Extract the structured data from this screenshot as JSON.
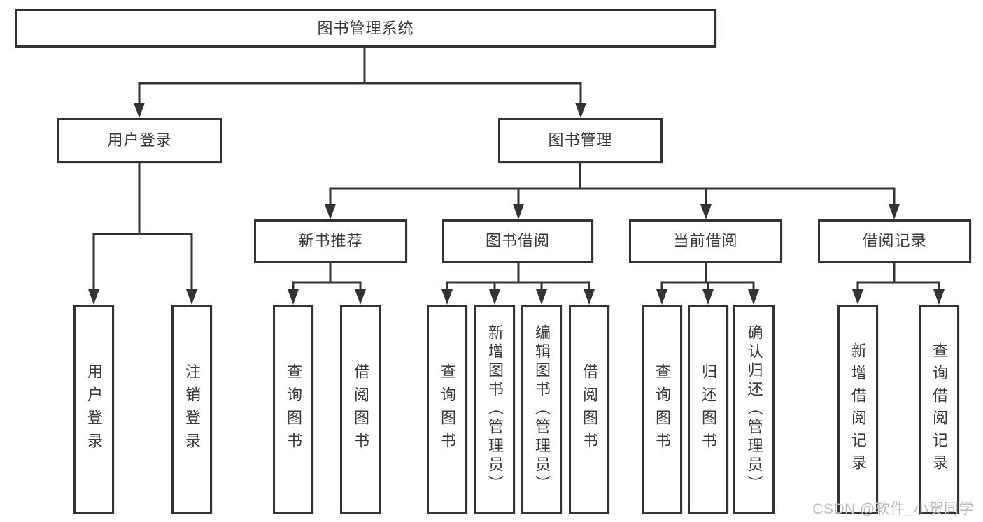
{
  "colors": {
    "line": "#333333",
    "text": "#3a3a3a",
    "background": "#ffffff",
    "watermark": "#bdbdbd"
  },
  "nodes": {
    "root": {
      "id": "library-management-system",
      "label": "图书管理系统"
    },
    "level2": [
      {
        "id": "user-login",
        "label": "用户登录"
      },
      {
        "id": "book-management",
        "label": "图书管理"
      }
    ],
    "level3": [
      {
        "id": "new-book-recommendation",
        "label": "新书推荐",
        "parent": "图书管理"
      },
      {
        "id": "book-borrowing",
        "label": "图书借阅",
        "parent": "图书管理"
      },
      {
        "id": "current-borrowing",
        "label": "当前借阅",
        "parent": "图书管理"
      },
      {
        "id": "borrowing-records",
        "label": "借阅记录",
        "parent": "图书管理"
      }
    ],
    "leaves": [
      {
        "id": "user-login-leaf",
        "label": "用户登录",
        "parent": "用户登录"
      },
      {
        "id": "logout",
        "label": "注销登录",
        "parent": "用户登录"
      },
      {
        "id": "query-books-1",
        "label": "查询图书",
        "parent": "新书推荐"
      },
      {
        "id": "borrow-books-1",
        "label": "借阅图书",
        "parent": "新书推荐"
      },
      {
        "id": "query-books-2",
        "label": "查询图书",
        "parent": "图书借阅"
      },
      {
        "id": "add-books-admin",
        "label": "新增图书（管理员）",
        "parent": "图书借阅"
      },
      {
        "id": "edit-books-admin",
        "label": "编辑图书（管理员）",
        "parent": "图书借阅"
      },
      {
        "id": "borrow-books-2",
        "label": "借阅图书",
        "parent": "图书借阅"
      },
      {
        "id": "query-books-3",
        "label": "查询图书",
        "parent": "当前借阅"
      },
      {
        "id": "return-books",
        "label": "归还图书",
        "parent": "当前借阅"
      },
      {
        "id": "confirm-return-admin",
        "label": "确认归还（管理员）",
        "parent": "当前借阅"
      },
      {
        "id": "add-borrow-record",
        "label": "新增借阅记录",
        "parent": "借阅记录"
      },
      {
        "id": "query-borrow-record",
        "label": "查询借阅记录",
        "parent": "借阅记录"
      }
    ]
  },
  "watermark": {
    "text": "CSDN @软件_小贺同学"
  }
}
